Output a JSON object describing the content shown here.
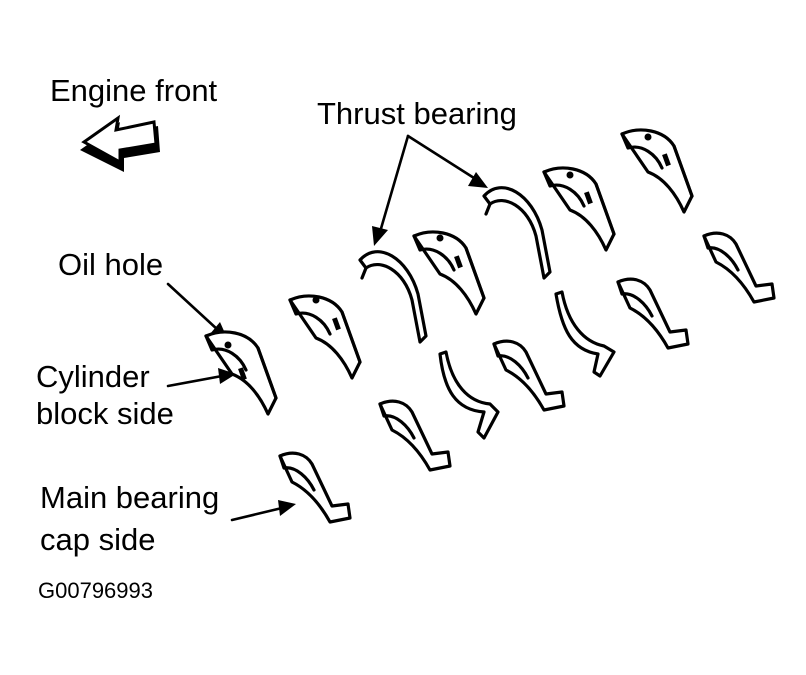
{
  "labels": {
    "engine_front": "Engine front",
    "thrust_bearing": "Thrust bearing",
    "oil_hole": "Oil hole",
    "cylinder_block_side_1": "Cylinder",
    "cylinder_block_side_2": "block side",
    "main_bearing_cap_side_1": "Main bearing",
    "main_bearing_cap_side_2": "cap side",
    "figure_code": "G00796993"
  }
}
